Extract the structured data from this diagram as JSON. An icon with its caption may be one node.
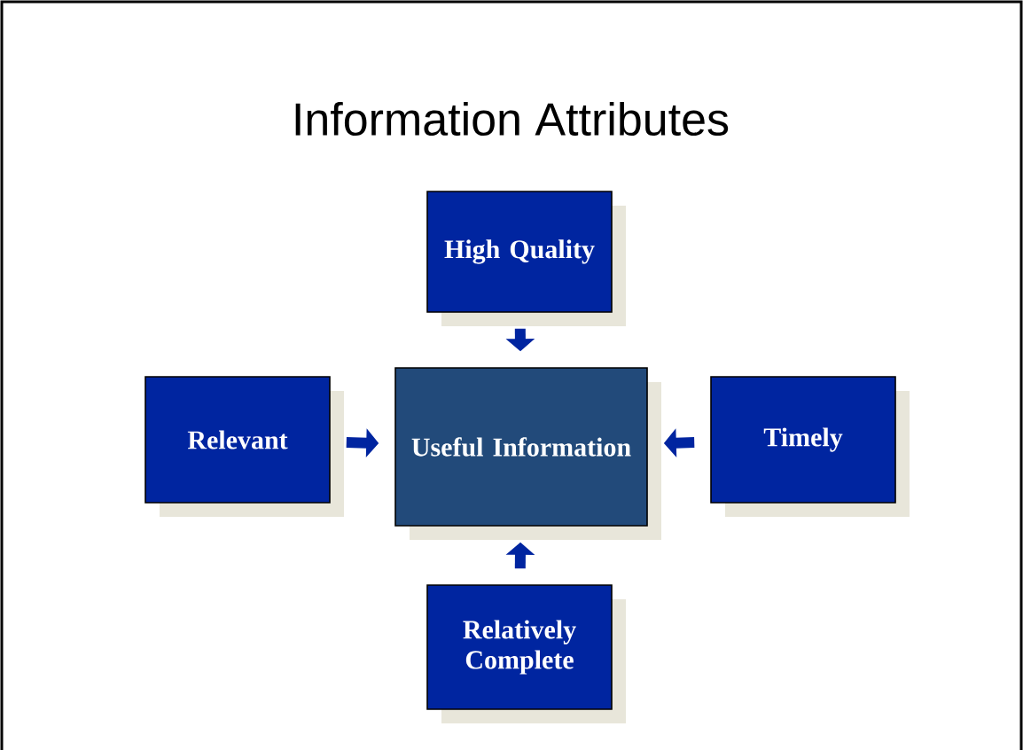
{
  "diagram": {
    "title": "Information  Attributes",
    "nodes": [
      {
        "text": [
          "High Quality"
        ]
      },
      {
        "text": [
          "Relevant"
        ]
      },
      {
        "text": [
          "Useful Information"
        ]
      },
      {
        "text": [
          "Timely"
        ]
      },
      {
        "text": [
          "Relatively Complete"
        ]
      }
    ],
    "edges": [
      {
        "from": 0,
        "to": 2,
        "arrow": "to"
      },
      {
        "from": 1,
        "to": 2,
        "arrow": "to"
      },
      {
        "from": 3,
        "to": 2,
        "arrow": "to"
      },
      {
        "from": 4,
        "to": 2,
        "arrow": "to"
      }
    ]
  }
}
